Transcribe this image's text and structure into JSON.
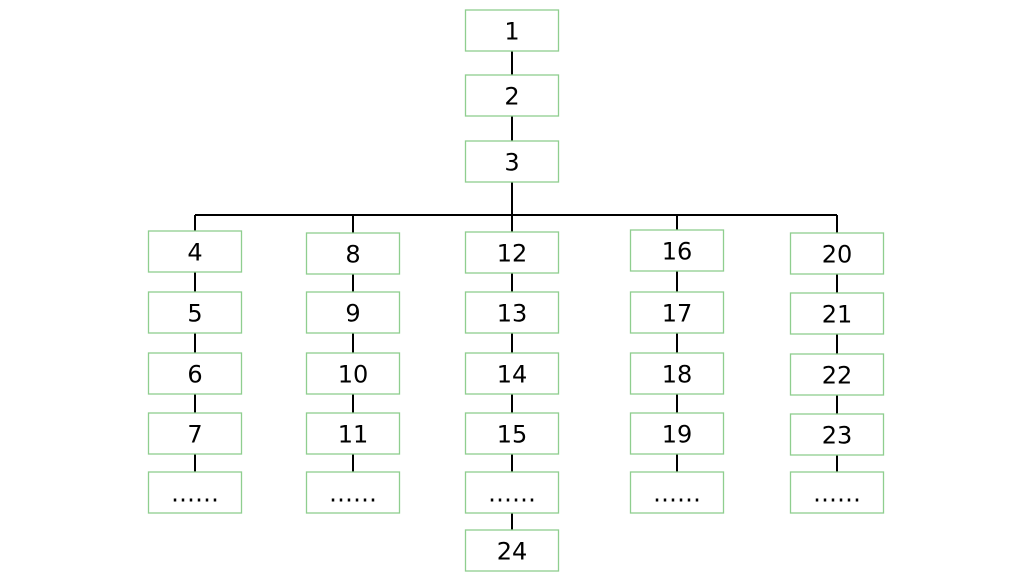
{
  "chain": {
    "nodes": [
      "1",
      "2",
      "3"
    ]
  },
  "branches": [
    {
      "nodes": [
        "4",
        "5",
        "6",
        "7",
        "……"
      ]
    },
    {
      "nodes": [
        "8",
        "9",
        "10",
        "11",
        "……"
      ]
    },
    {
      "nodes": [
        "12",
        "13",
        "14",
        "15",
        "……",
        "24"
      ]
    },
    {
      "nodes": [
        "16",
        "17",
        "18",
        "19",
        "……"
      ]
    },
    {
      "nodes": [
        "20",
        "21",
        "22",
        "23",
        "……"
      ]
    }
  ]
}
